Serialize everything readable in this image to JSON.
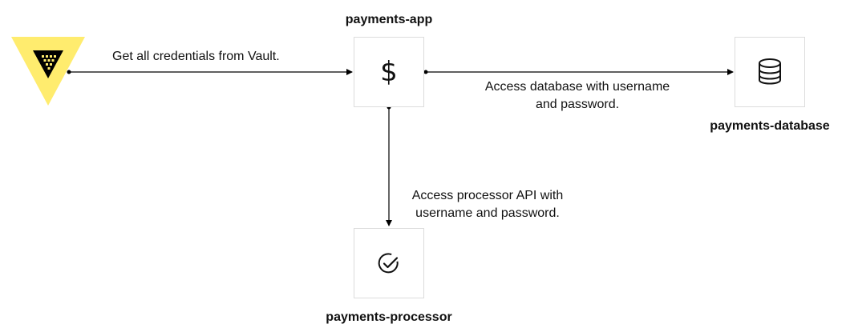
{
  "diagram": {
    "nodes": {
      "app": {
        "title": "payments-app",
        "icon": "dollar-icon",
        "symbol": "$"
      },
      "database": {
        "title": "payments-database",
        "icon": "database-icon"
      },
      "processor": {
        "title": "payments-processor",
        "icon": "check-circle-icon"
      },
      "vault": {
        "icon": "vault-logo"
      }
    },
    "edges": {
      "vault_to_app": {
        "label": "Get all credentials from Vault."
      },
      "app_to_database": {
        "line1": "Access database with username",
        "line2": "and password."
      },
      "app_to_processor": {
        "line1": "Access processor API with",
        "line2": "username and password."
      }
    },
    "colors": {
      "vault_yellow": "#FFEC6E",
      "vault_black": "#000000",
      "box_border": "#DCDCDC",
      "line": "#000000"
    }
  }
}
